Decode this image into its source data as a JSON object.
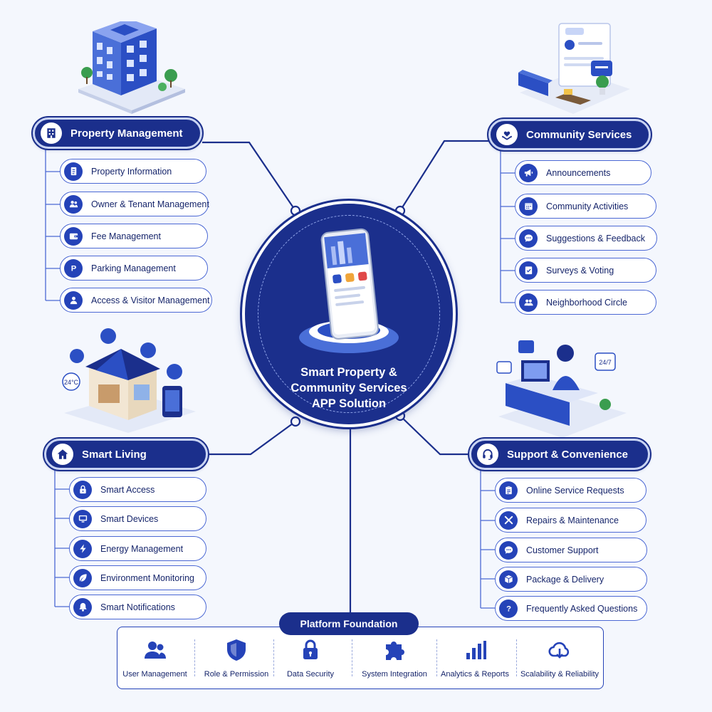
{
  "hub": {
    "title_lines": [
      "Smart Property &",
      "Community Services",
      "APP Solution"
    ]
  },
  "categories": {
    "property_management": {
      "label": "Property Management",
      "icon": "building-icon",
      "items": [
        {
          "label": "Property Information",
          "icon": "document-icon"
        },
        {
          "label": "Owner & Tenant Management",
          "icon": "people-icon"
        },
        {
          "label": "Fee Management",
          "icon": "wallet-icon"
        },
        {
          "label": "Parking Management",
          "icon": "parking-icon"
        },
        {
          "label": "Access & Visitor Management",
          "icon": "person-icon"
        }
      ]
    },
    "community_services": {
      "label": "Community Services",
      "icon": "heart-hands-icon",
      "items": [
        {
          "label": "Announcements",
          "icon": "megaphone-icon"
        },
        {
          "label": "Community Activities",
          "icon": "calendar-icon"
        },
        {
          "label": "Suggestions & Feedback",
          "icon": "chat-icon"
        },
        {
          "label": "Surveys & Voting",
          "icon": "checklist-icon"
        },
        {
          "label": "Neighborhood Circle",
          "icon": "group-icon"
        }
      ]
    },
    "smart_living": {
      "label": "Smart Living",
      "icon": "home-icon",
      "items": [
        {
          "label": "Smart Access",
          "icon": "lock-icon"
        },
        {
          "label": "Smart Devices",
          "icon": "monitor-icon"
        },
        {
          "label": "Energy Management",
          "icon": "bolt-icon"
        },
        {
          "label": "Environment Monitoring",
          "icon": "leaf-icon"
        },
        {
          "label": "Smart Notifications",
          "icon": "bell-icon"
        }
      ]
    },
    "support_convenience": {
      "label": "Support & Convenience",
      "icon": "headset-icon",
      "items": [
        {
          "label": "Online Service Requests",
          "icon": "clipboard-icon"
        },
        {
          "label": "Repairs & Maintenance",
          "icon": "tools-icon"
        },
        {
          "label": "Customer Support",
          "icon": "chat-icon"
        },
        {
          "label": "Package & Delivery",
          "icon": "package-icon"
        },
        {
          "label": "Frequently Asked Questions",
          "icon": "question-icon"
        }
      ]
    }
  },
  "illustrations": {
    "smart_living": {
      "temperature": "24°C"
    },
    "support": {
      "badge": "24/7"
    }
  },
  "foundation": {
    "title": "Platform Foundation",
    "items": [
      {
        "label": "User Management",
        "icon": "users-icon"
      },
      {
        "label": "Role & Permission",
        "icon": "shield-icon"
      },
      {
        "label": "Data Security",
        "icon": "lock-icon"
      },
      {
        "label": "System Integration",
        "icon": "puzzle-icon"
      },
      {
        "label": "Analytics & Reports",
        "icon": "bar-chart-icon"
      },
      {
        "label": "Scalability & Reliability",
        "icon": "cloud-icon"
      }
    ]
  },
  "colors": {
    "primary": "#1b2f8c",
    "accent": "#2543b8",
    "item_border": "#4b68d4",
    "background": "#f4f7fd"
  }
}
